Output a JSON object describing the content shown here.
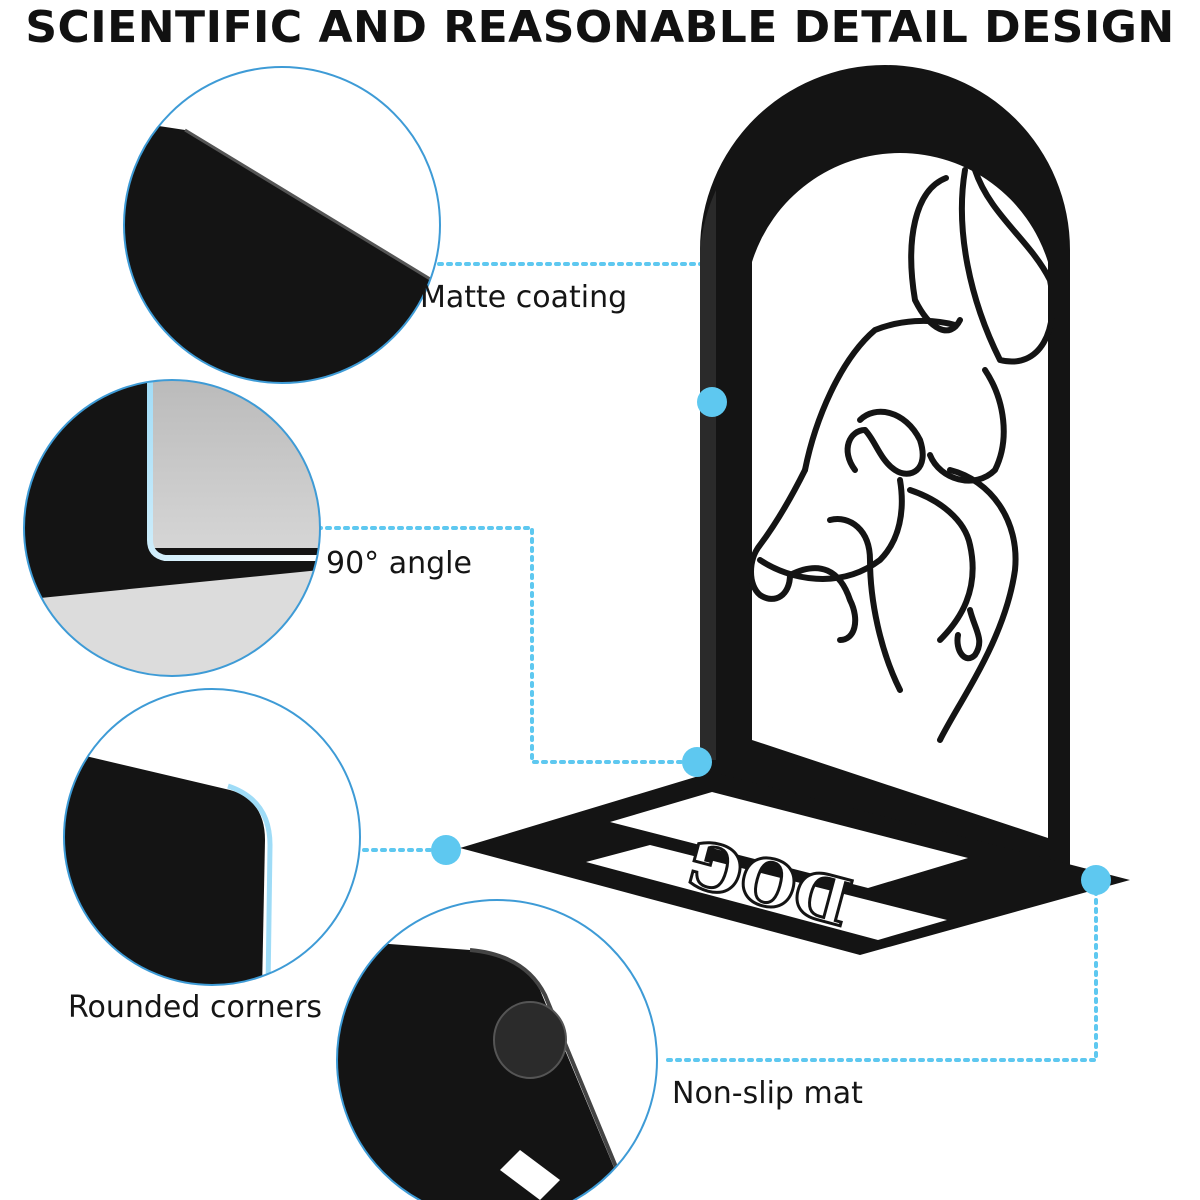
{
  "headline": "SCIENTIFIC AND REASONABLE DETAIL DESIGN",
  "product": {
    "base_cutout_text": "DOG"
  },
  "callouts": [
    {
      "id": "matte",
      "label": "Matte coating"
    },
    {
      "id": "angle",
      "label": "90° angle"
    },
    {
      "id": "corners",
      "label": "Rounded corners"
    },
    {
      "id": "mat",
      "label": "Non-slip mat"
    }
  ],
  "colors": {
    "accent": "#5ec8f0",
    "metal": "#141414",
    "outline": "#3e9bd6",
    "text": "#151515"
  }
}
